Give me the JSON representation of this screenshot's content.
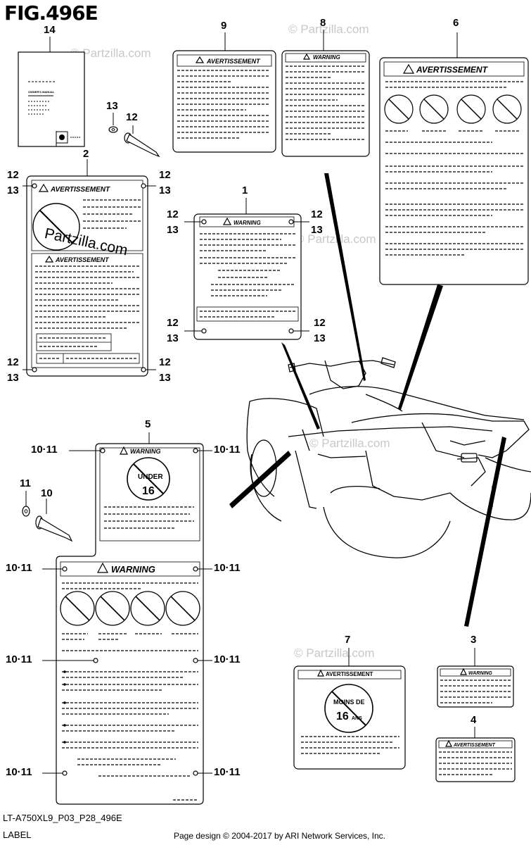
{
  "figure": {
    "title": "FIG.496E",
    "code": "LT-A750XL9_P03_P28_496E",
    "section": "LABEL",
    "copyright": "Page design © 2004-2017 by ARI Network Services, Inc.",
    "watermark": "© Partzilla.com",
    "watermark_big": "Partzilla.com"
  },
  "labels": {
    "warning": "WARNING",
    "avertissement": "AVERTISSEMENT",
    "under": "UNDER",
    "sixteen": "16",
    "moins_de": "MOINS DE",
    "ans": "ANS",
    "owners_manual": "OWNER'S MANUAL"
  },
  "callouts": {
    "c1": "1",
    "c2": "2",
    "c3": "3",
    "c4": "4",
    "c5": "5",
    "c6": "6",
    "c7": "7",
    "c8": "8",
    "c9": "9",
    "c10": "10",
    "c11": "11",
    "c12": "12",
    "c13": "13",
    "c14": "14",
    "c10_11": "10·11"
  }
}
